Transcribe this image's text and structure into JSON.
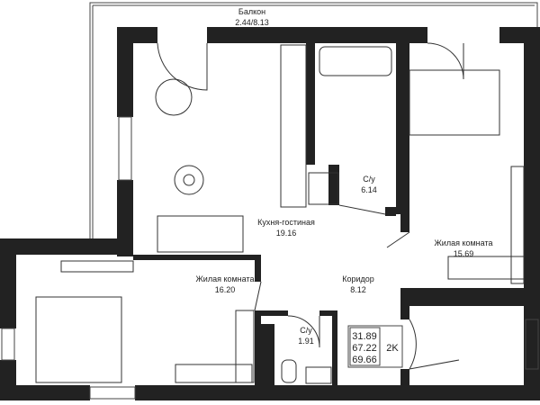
{
  "rooms": {
    "balcony": {
      "name": "Балкон",
      "area": "2.44/8.13"
    },
    "kitchen": {
      "name": "Кухня-гостиная",
      "area": "19.16"
    },
    "bath1": {
      "name": "С/у",
      "area": "6.14"
    },
    "bedroom2": {
      "name": "Жилая комната",
      "area": "15.69"
    },
    "bedroom1": {
      "name": "Жилая комната",
      "area": "16.20"
    },
    "corridor": {
      "name": "Коридор",
      "area": "8.12"
    },
    "bath2": {
      "name": "С/у",
      "area": "1.91"
    }
  },
  "summary": {
    "living_area": "31.89",
    "total_area": "67.22",
    "total_with_balcony": "69.66",
    "type": "2K"
  }
}
